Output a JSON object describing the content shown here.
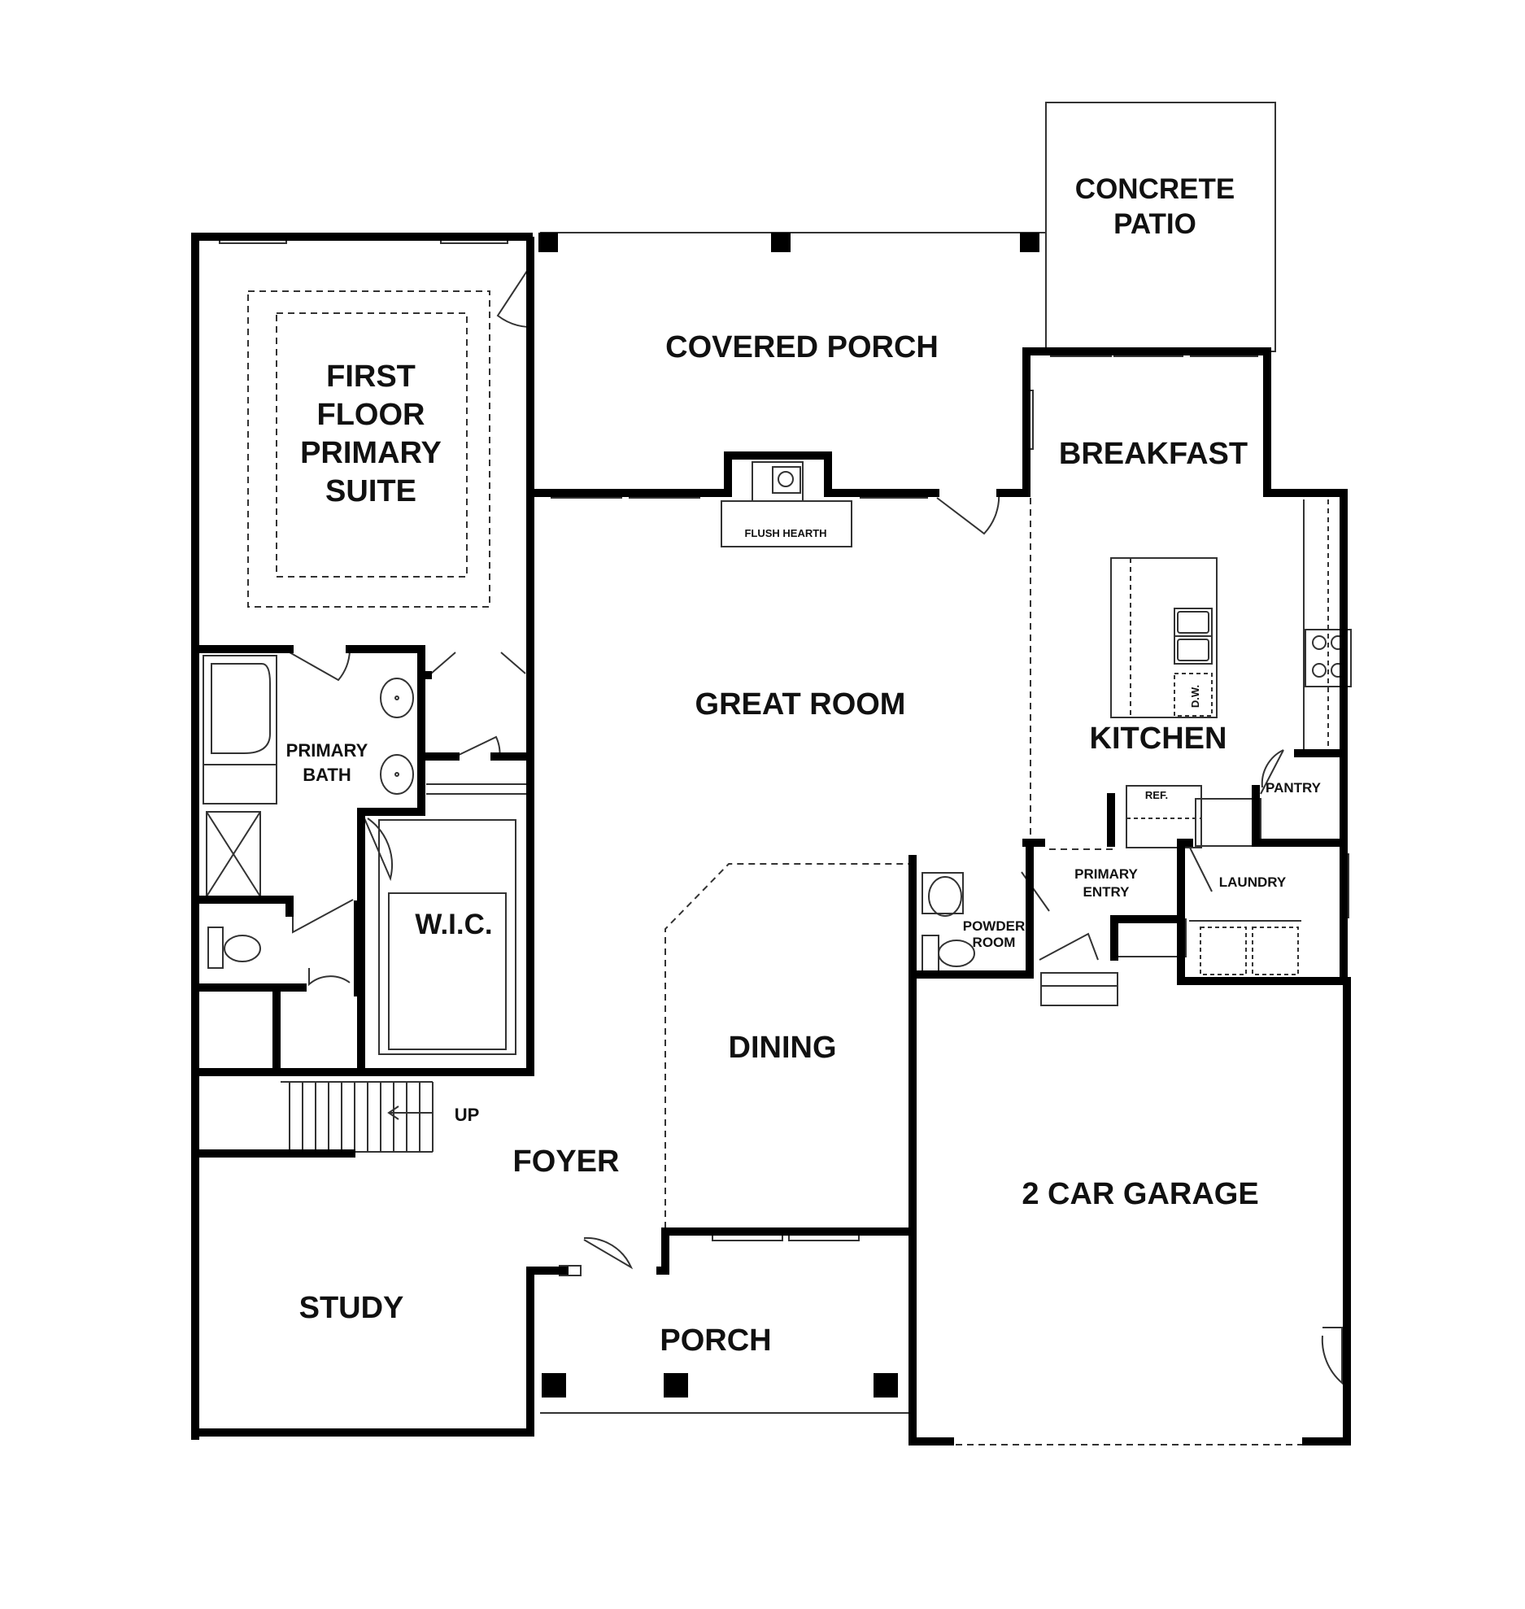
{
  "rooms": {
    "concrete_patio": [
      "CONCRETE",
      "PATIO"
    ],
    "covered_porch": "COVERED PORCH",
    "primary_suite": [
      "FIRST",
      "FLOOR",
      "PRIMARY",
      "SUITE"
    ],
    "breakfast": "BREAKFAST",
    "flush_hearth": "FLUSH HEARTH",
    "great_room": "GREAT ROOM",
    "kitchen": "KITCHEN",
    "dishwasher": "D.W.",
    "pantry": "PANTRY",
    "refrigerator": "REF.",
    "primary_bath": [
      "PRIMARY",
      "BATH"
    ],
    "wic": "W.I.C.",
    "primary_entry": [
      "PRIMARY",
      "ENTRY"
    ],
    "laundry": "LAUNDRY",
    "powder_room": [
      "POWDER",
      "ROOM"
    ],
    "dining": "DINING",
    "stairs_up": "UP",
    "foyer": "FOYER",
    "garage": "2 CAR GARAGE",
    "study": "STUDY",
    "porch": "PORCH"
  },
  "colors": {
    "wall": "#000000",
    "line": "#333333",
    "background": "#ffffff"
  }
}
